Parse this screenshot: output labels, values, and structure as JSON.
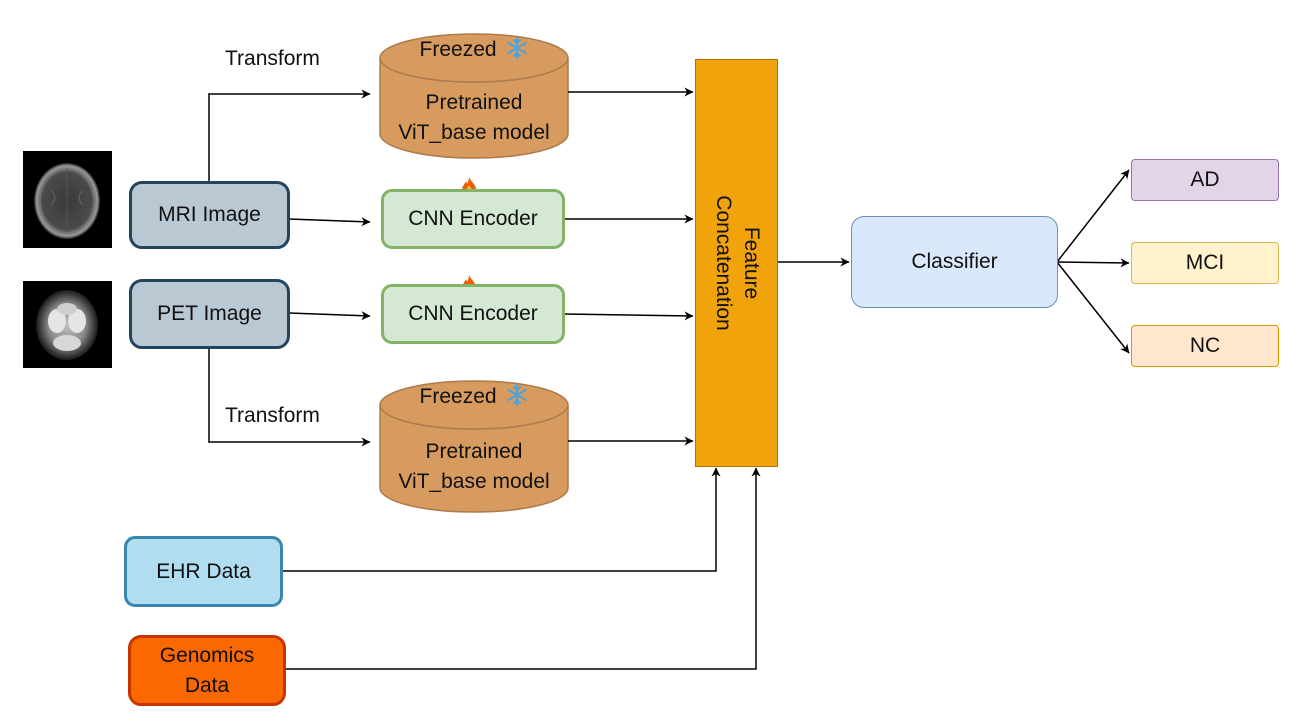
{
  "nodes": {
    "mri": "MRI Image",
    "pet": "PET Image",
    "cnn_top": "CNN Encoder",
    "cnn_bottom": "CNN Encoder",
    "vit_top": {
      "status": "Freezed",
      "line1": "Pretrained",
      "line2": "ViT_base model"
    },
    "vit_bottom": {
      "status": "Freezed",
      "line1": "Pretrained",
      "line2": "ViT_base model"
    },
    "ehr": "EHR Data",
    "genomics": {
      "line1": "Genomics",
      "line2": "Data"
    },
    "concat": {
      "line1": "Feature",
      "line2": "Concatenation"
    },
    "classifier": "Classifier",
    "outputs": {
      "ad": "AD",
      "mci": "MCI",
      "nc": "NC"
    }
  },
  "edge_labels": {
    "top_transform": "Transform",
    "bottom_transform": "Transform"
  },
  "icons": {
    "freeze": "snowflake-icon",
    "trainable": "flame-icon"
  },
  "colors": {
    "vit_fill": "#d79b60",
    "vit_stroke": "#ad7a4a",
    "concat_fill": "#f0a30a",
    "genomics_fill": "#fa6800"
  }
}
